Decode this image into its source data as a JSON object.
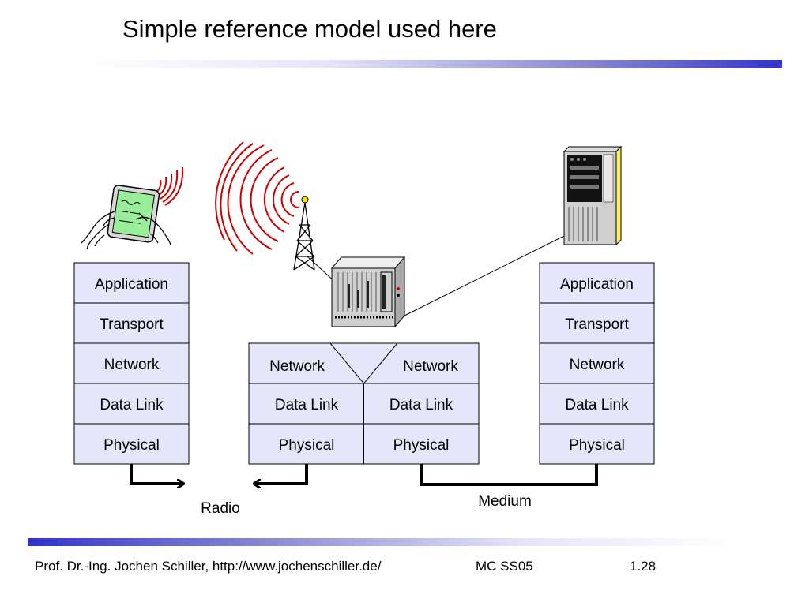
{
  "slide": {
    "title": "Simple reference model used here"
  },
  "stacks": {
    "left": [
      "Application",
      "Transport",
      "Network",
      "Data Link",
      "Physical"
    ],
    "middle_left": [
      "Network",
      "Data Link",
      "Physical"
    ],
    "middle_right": [
      "Network",
      "Data Link",
      "Physical"
    ],
    "right": [
      "Application",
      "Transport",
      "Network",
      "Data Link",
      "Physical"
    ]
  },
  "connections": {
    "radio_label": "Radio",
    "medium_label": "Medium"
  },
  "devices": [
    "pda-device",
    "radio-tower",
    "router-rack",
    "server-tower"
  ],
  "footer": {
    "author": "Prof. Dr.-Ing. Jochen Schiller, http://www.jochenschiller.de/",
    "course": "MC SS05",
    "page": "1.28"
  },
  "colors": {
    "layer_fill": "#e6e6fa",
    "accent_bar": "#3333cc",
    "radio_waves": "#cc0000",
    "pda_screen": "#99ee99"
  }
}
